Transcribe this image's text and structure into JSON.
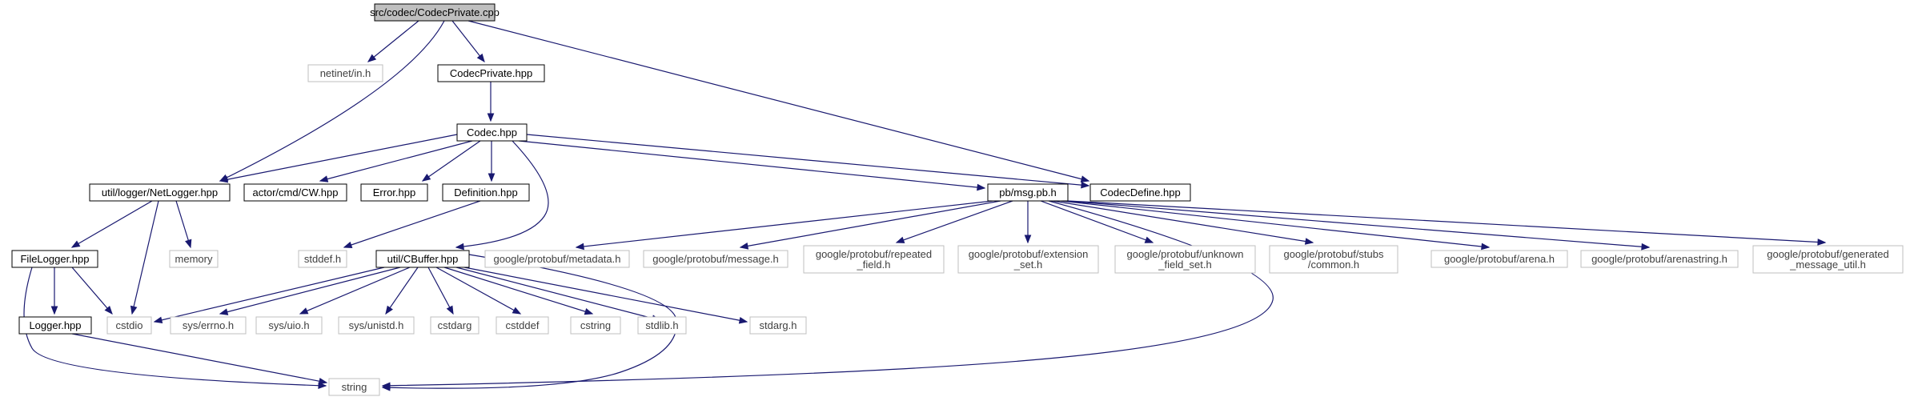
{
  "diagram": {
    "title": "Include dependency graph for CodecPrivate.cpp",
    "colors": {
      "edge": "#191970",
      "root_fill": "#bfbfbf",
      "project_border": "#000000",
      "system_border": "#bfbfbf",
      "system_text": "#404040"
    },
    "nodes": [
      {
        "id": "root",
        "lines": [
          "src/codec/CodecPrivate.cpp"
        ],
        "kind": "root"
      },
      {
        "id": "netinet",
        "lines": [
          "netinet/in.h"
        ],
        "kind": "system"
      },
      {
        "id": "codecprivate_hpp",
        "lines": [
          "CodecPrivate.hpp"
        ],
        "kind": "project"
      },
      {
        "id": "codec_hpp",
        "lines": [
          "Codec.hpp"
        ],
        "kind": "project"
      },
      {
        "id": "netlogger",
        "lines": [
          "util/logger/NetLogger.hpp"
        ],
        "kind": "project"
      },
      {
        "id": "cw",
        "lines": [
          "actor/cmd/CW.hpp"
        ],
        "kind": "project"
      },
      {
        "id": "error",
        "lines": [
          "Error.hpp"
        ],
        "kind": "project"
      },
      {
        "id": "definition",
        "lines": [
          "Definition.hpp"
        ],
        "kind": "project"
      },
      {
        "id": "msgpb",
        "lines": [
          "pb/msg.pb.h"
        ],
        "kind": "project"
      },
      {
        "id": "codecdefine",
        "lines": [
          "CodecDefine.hpp"
        ],
        "kind": "project"
      },
      {
        "id": "filelogger",
        "lines": [
          "FileLogger.hpp"
        ],
        "kind": "project"
      },
      {
        "id": "memory",
        "lines": [
          "memory"
        ],
        "kind": "system"
      },
      {
        "id": "stddef",
        "lines": [
          "stddef.h"
        ],
        "kind": "system"
      },
      {
        "id": "cbuffer",
        "lines": [
          "util/CBuffer.hpp"
        ],
        "kind": "project"
      },
      {
        "id": "pb_metadata",
        "lines": [
          "google/protobuf/metadata.h"
        ],
        "kind": "system"
      },
      {
        "id": "pb_message",
        "lines": [
          "google/protobuf/message.h"
        ],
        "kind": "system"
      },
      {
        "id": "pb_repeated",
        "lines": [
          "google/protobuf/repeated",
          "_field.h"
        ],
        "kind": "system"
      },
      {
        "id": "pb_extension",
        "lines": [
          "google/protobuf/extension",
          "_set.h"
        ],
        "kind": "system"
      },
      {
        "id": "pb_unknown",
        "lines": [
          "google/protobuf/unknown",
          "_field_set.h"
        ],
        "kind": "system"
      },
      {
        "id": "pb_stubs",
        "lines": [
          "google/protobuf/stubs",
          "/common.h"
        ],
        "kind": "system"
      },
      {
        "id": "pb_arena",
        "lines": [
          "google/protobuf/arena.h"
        ],
        "kind": "system"
      },
      {
        "id": "pb_arenastring",
        "lines": [
          "google/protobuf/arenastring.h"
        ],
        "kind": "system"
      },
      {
        "id": "pb_generated",
        "lines": [
          "google/protobuf/generated",
          "_message_util.h"
        ],
        "kind": "system"
      },
      {
        "id": "logger",
        "lines": [
          "Logger.hpp"
        ],
        "kind": "project"
      },
      {
        "id": "cstdio",
        "lines": [
          "cstdio"
        ],
        "kind": "system"
      },
      {
        "id": "errno",
        "lines": [
          "sys/errno.h"
        ],
        "kind": "system"
      },
      {
        "id": "uio",
        "lines": [
          "sys/uio.h"
        ],
        "kind": "system"
      },
      {
        "id": "unistd",
        "lines": [
          "sys/unistd.h"
        ],
        "kind": "system"
      },
      {
        "id": "cstdarg",
        "lines": [
          "cstdarg"
        ],
        "kind": "system"
      },
      {
        "id": "cstddef",
        "lines": [
          "cstddef"
        ],
        "kind": "system"
      },
      {
        "id": "cstring",
        "lines": [
          "cstring"
        ],
        "kind": "system"
      },
      {
        "id": "stdlib",
        "lines": [
          "stdlib.h"
        ],
        "kind": "system"
      },
      {
        "id": "stdarg",
        "lines": [
          "stdarg.h"
        ],
        "kind": "system"
      },
      {
        "id": "string",
        "lines": [
          "string"
        ],
        "kind": "system"
      }
    ],
    "edges": [
      {
        "from": "root",
        "to": "netinet"
      },
      {
        "from": "root",
        "to": "codecprivate_hpp"
      },
      {
        "from": "root",
        "to": "netlogger"
      },
      {
        "from": "root",
        "to": "codecdefine"
      },
      {
        "from": "codecprivate_hpp",
        "to": "codec_hpp"
      },
      {
        "from": "codec_hpp",
        "to": "netlogger"
      },
      {
        "from": "codec_hpp",
        "to": "cw"
      },
      {
        "from": "codec_hpp",
        "to": "error"
      },
      {
        "from": "codec_hpp",
        "to": "definition"
      },
      {
        "from": "codec_hpp",
        "to": "msgpb"
      },
      {
        "from": "codec_hpp",
        "to": "codecdefine"
      },
      {
        "from": "codec_hpp",
        "to": "cbuffer"
      },
      {
        "from": "netlogger",
        "to": "filelogger"
      },
      {
        "from": "netlogger",
        "to": "memory"
      },
      {
        "from": "netlogger",
        "to": "cstdio"
      },
      {
        "from": "definition",
        "to": "stddef"
      },
      {
        "from": "msgpb",
        "to": "pb_metadata"
      },
      {
        "from": "msgpb",
        "to": "pb_message"
      },
      {
        "from": "msgpb",
        "to": "pb_repeated"
      },
      {
        "from": "msgpb",
        "to": "pb_extension"
      },
      {
        "from": "msgpb",
        "to": "pb_unknown"
      },
      {
        "from": "msgpb",
        "to": "pb_stubs"
      },
      {
        "from": "msgpb",
        "to": "pb_arena"
      },
      {
        "from": "msgpb",
        "to": "pb_arenastring"
      },
      {
        "from": "msgpb",
        "to": "pb_generated"
      },
      {
        "from": "msgpb",
        "to": "string"
      },
      {
        "from": "filelogger",
        "to": "logger"
      },
      {
        "from": "filelogger",
        "to": "cstdio"
      },
      {
        "from": "filelogger",
        "to": "string"
      },
      {
        "from": "logger",
        "to": "string"
      },
      {
        "from": "cbuffer",
        "to": "cstdio"
      },
      {
        "from": "cbuffer",
        "to": "errno"
      },
      {
        "from": "cbuffer",
        "to": "uio"
      },
      {
        "from": "cbuffer",
        "to": "unistd"
      },
      {
        "from": "cbuffer",
        "to": "cstdarg"
      },
      {
        "from": "cbuffer",
        "to": "cstddef"
      },
      {
        "from": "cbuffer",
        "to": "cstring"
      },
      {
        "from": "cbuffer",
        "to": "stdlib"
      },
      {
        "from": "cbuffer",
        "to": "stdarg"
      },
      {
        "from": "cbuffer",
        "to": "string"
      }
    ]
  }
}
